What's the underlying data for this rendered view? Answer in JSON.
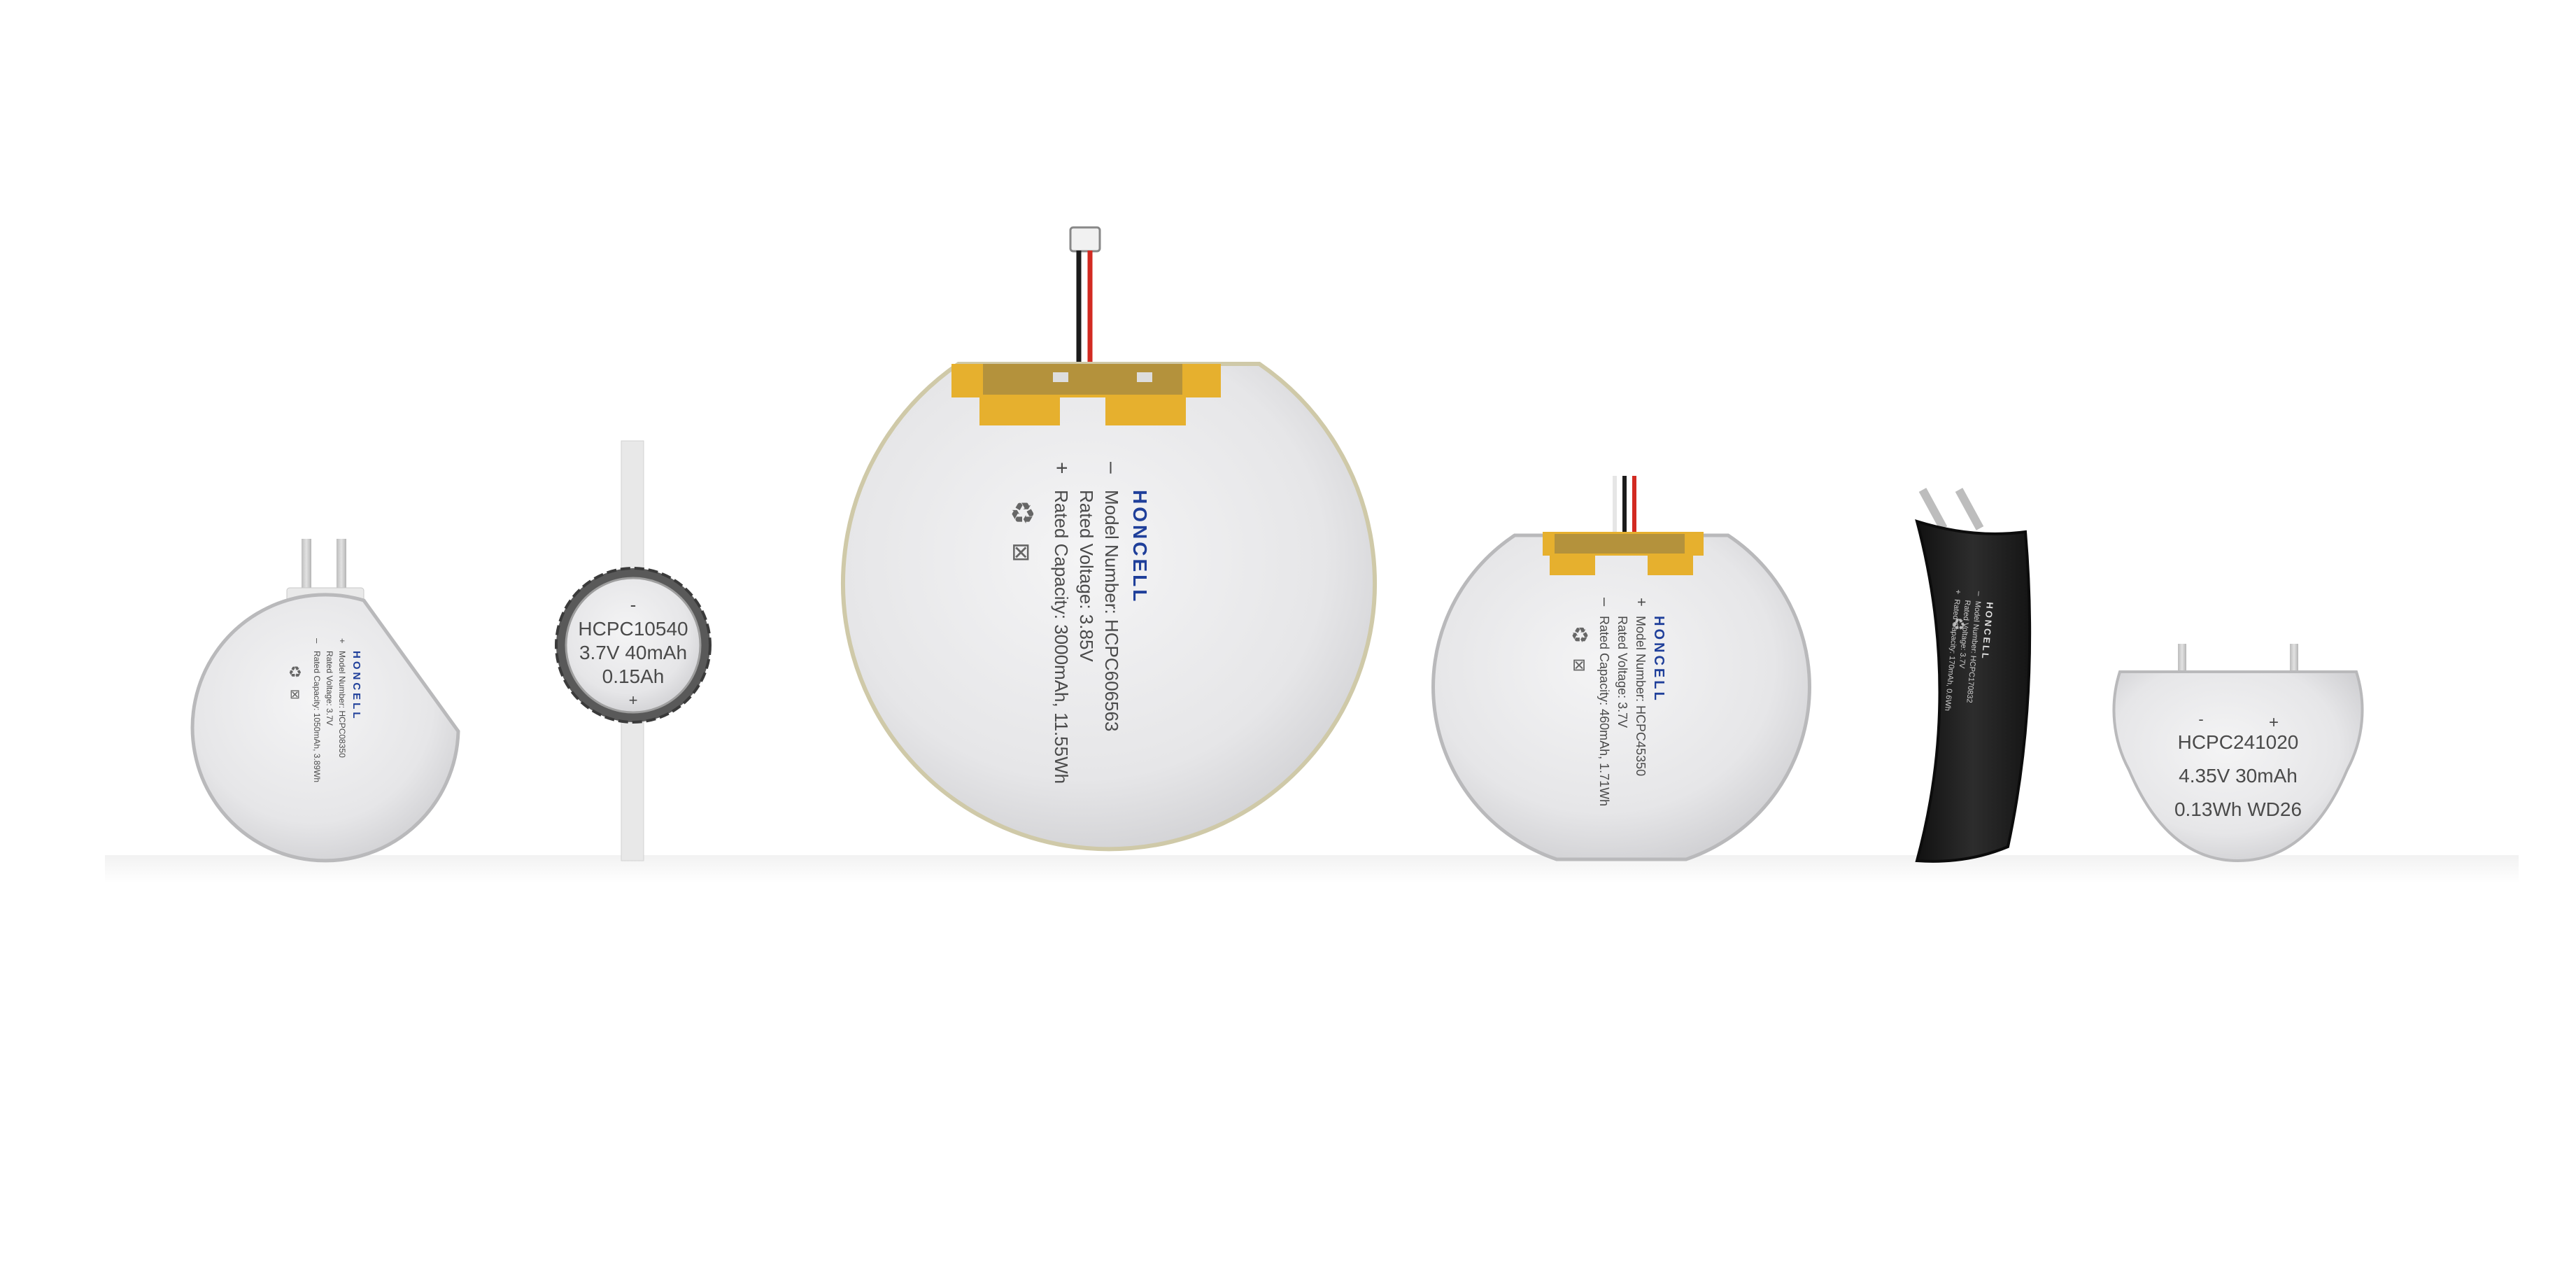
{
  "brand": "HONCELL",
  "colors": {
    "background": "#ffffff",
    "cell_silver": "#e9e9ea",
    "cell_rim": "#b9b9bb",
    "kapton_tape": "#e6b02e",
    "pcb": "#8a7a48",
    "brand_blue": "#1f3f9a",
    "wire_red": "#d22a22",
    "wire_black": "#1c1c1c",
    "curved_cell_black": "#1e1e1e"
  },
  "batteries": [
    {
      "id": "hcpc08350",
      "minus": "–",
      "plus": "+",
      "lines": [
        "Model Number: HCPC08350",
        "Rated Voltage: 3.7V",
        "Rated Capacity: 1050mAh, 3.89Wh"
      ]
    },
    {
      "id": "hcpc10540",
      "minus": "-",
      "plus": "+",
      "lines": [
        "HCPC10540",
        "3.7V 40mAh",
        "0.15Ah"
      ]
    },
    {
      "id": "hcpc606563",
      "minus": "–",
      "plus": "+",
      "lines": [
        "Model Number: HCPC606563",
        "Rated Voltage: 3.85V",
        "Rated Capacity: 3000mAh, 11.55Wh"
      ]
    },
    {
      "id": "hcpc45350",
      "minus": "–",
      "plus": "+",
      "lines": [
        "Model Number: HCPC45350",
        "Rated Voltage: 3.7V",
        "Rated Capacity: 460mAh, 1.71Wh"
      ]
    },
    {
      "id": "hcpc170832",
      "minus": "–",
      "plus": "+",
      "lines": [
        "Model Number: HCPC170832",
        "Rated Voltage: 3.7V",
        "Rated Capacity: 170mAh, 0.6Wh"
      ]
    },
    {
      "id": "hcpc241020",
      "minus": "-",
      "plus": "+",
      "lines": [
        "HCPC241020",
        "4.35V 30mAh",
        "0.13Wh WD26"
      ]
    }
  ]
}
